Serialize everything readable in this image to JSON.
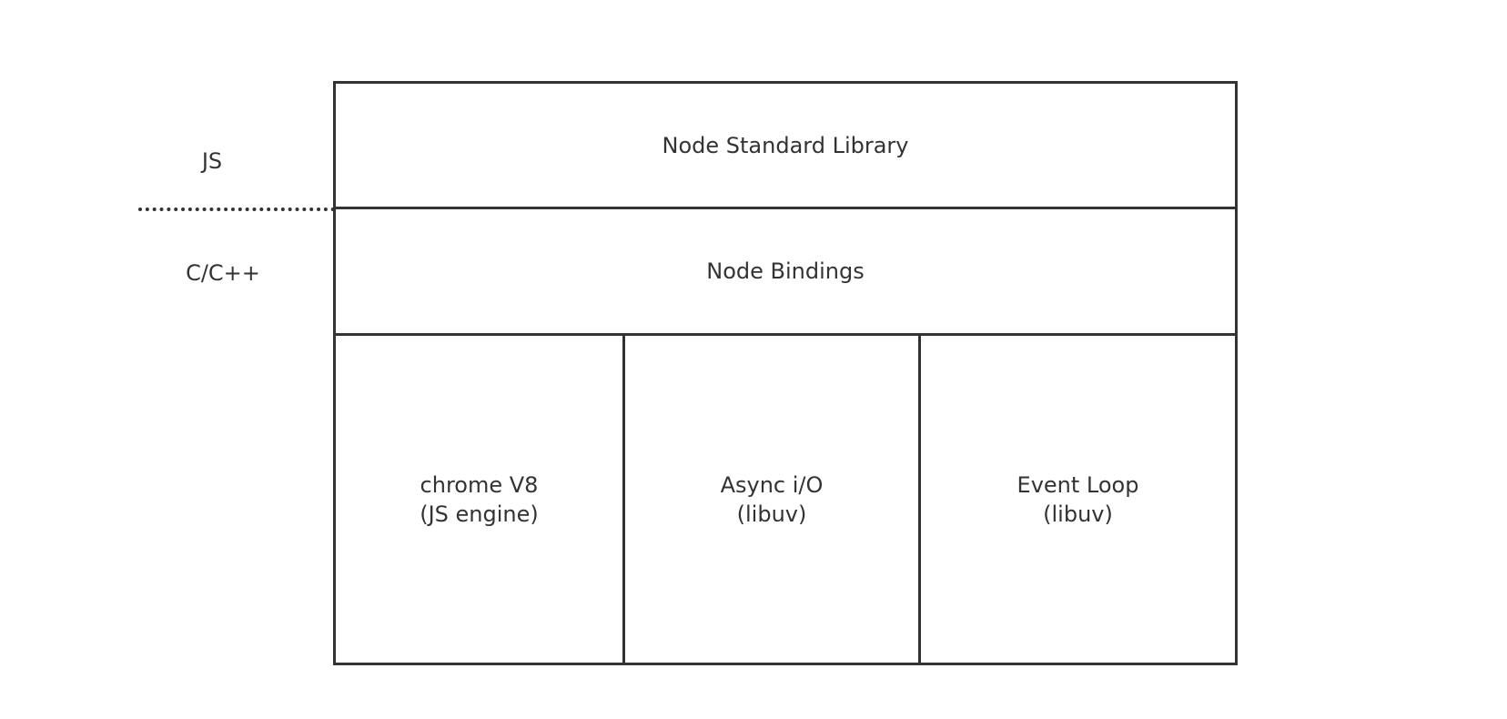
{
  "layers": {
    "js_label": "JS",
    "native_label": "C/C++"
  },
  "boxes": {
    "standard_library": "Node Standard Library",
    "bindings": "Node Bindings",
    "components": [
      {
        "name": "chrome V8",
        "detail": "(JS engine)"
      },
      {
        "name": "Async i/O",
        "detail": "(libuv)"
      },
      {
        "name": "Event Loop",
        "detail": "(libuv)"
      }
    ]
  },
  "colors": {
    "line": "#333333",
    "text": "#333333",
    "background": "#ffffff"
  }
}
